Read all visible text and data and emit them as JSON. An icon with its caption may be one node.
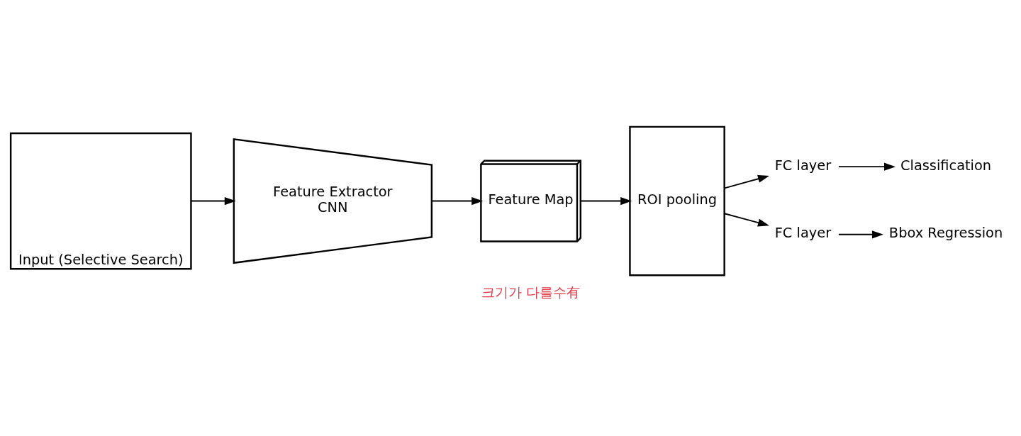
{
  "diagram": {
    "nodes": [
      {
        "text": [
          "Input (Selective Search)"
        ]
      },
      {
        "text": [
          "Feature Extractor",
          "CNN"
        ]
      },
      {
        "text": [
          "Feature Map"
        ]
      },
      {
        "text": [
          "ROI pooling"
        ]
      },
      {
        "text": [
          "FC layer"
        ]
      },
      {
        "text": [
          "Classification"
        ]
      },
      {
        "text": [
          "FC layer"
        ]
      },
      {
        "text": [
          "Bbox Regression"
        ]
      }
    ],
    "edges": [
      {
        "from": 0,
        "to": 1,
        "arrow": "to"
      },
      {
        "from": 1,
        "to": 2,
        "arrow": "to"
      },
      {
        "from": 2,
        "to": 3,
        "arrow": "to"
      },
      {
        "from": 3,
        "to": 4,
        "arrow": "to"
      },
      {
        "from": 4,
        "to": 5,
        "arrow": "to"
      },
      {
        "from": 3,
        "to": 6,
        "arrow": "to"
      },
      {
        "from": 6,
        "to": 7,
        "arrow": "to"
      }
    ],
    "labels": [
      "크기가 다를수有"
    ]
  }
}
